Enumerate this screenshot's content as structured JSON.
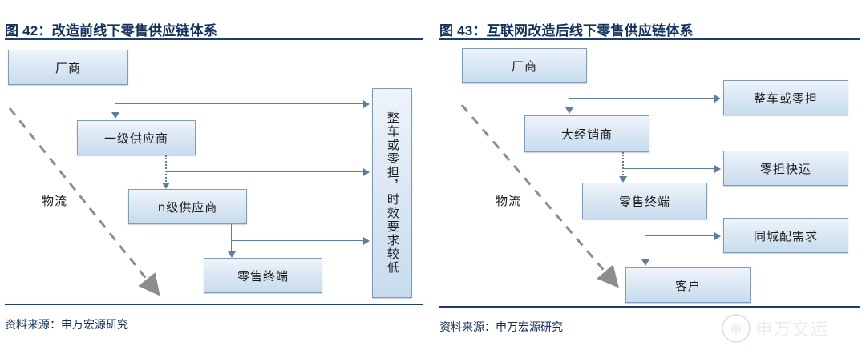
{
  "left": {
    "title": "图 42：改造前线下零售供应链体系",
    "source": "资料来源：申万宏源研究",
    "logistics_label": "物流",
    "boxes": {
      "manufacturer": "厂商",
      "tier1_supplier": "一级供应商",
      "tiern_supplier": "n级供应商",
      "retail_terminal": "零售终端",
      "transport_note": "整车或零担，时效要求较低"
    }
  },
  "right": {
    "title": "图 43：互联网改造后线下零售供应链体系",
    "source": "资料来源：申万宏源研究",
    "logistics_label": "物流",
    "boxes": {
      "manufacturer": "厂商",
      "big_distributor": "大经销商",
      "retail_terminal": "零售终端",
      "customer": "客户",
      "ftl_ltl": "整车或零担",
      "ltl_express": "零担快运",
      "intracity": "同城配需求"
    }
  },
  "watermark": {
    "logo_text": "申",
    "text": "申万交运"
  },
  "colors": {
    "title_blue": "#12315e",
    "rule_blue": "#1a3d74",
    "box_border": "#7f9db9",
    "connector": "#5b7f9e",
    "box_fill_top": "#eef4fa",
    "box_fill_bottom": "#c7dcee"
  }
}
